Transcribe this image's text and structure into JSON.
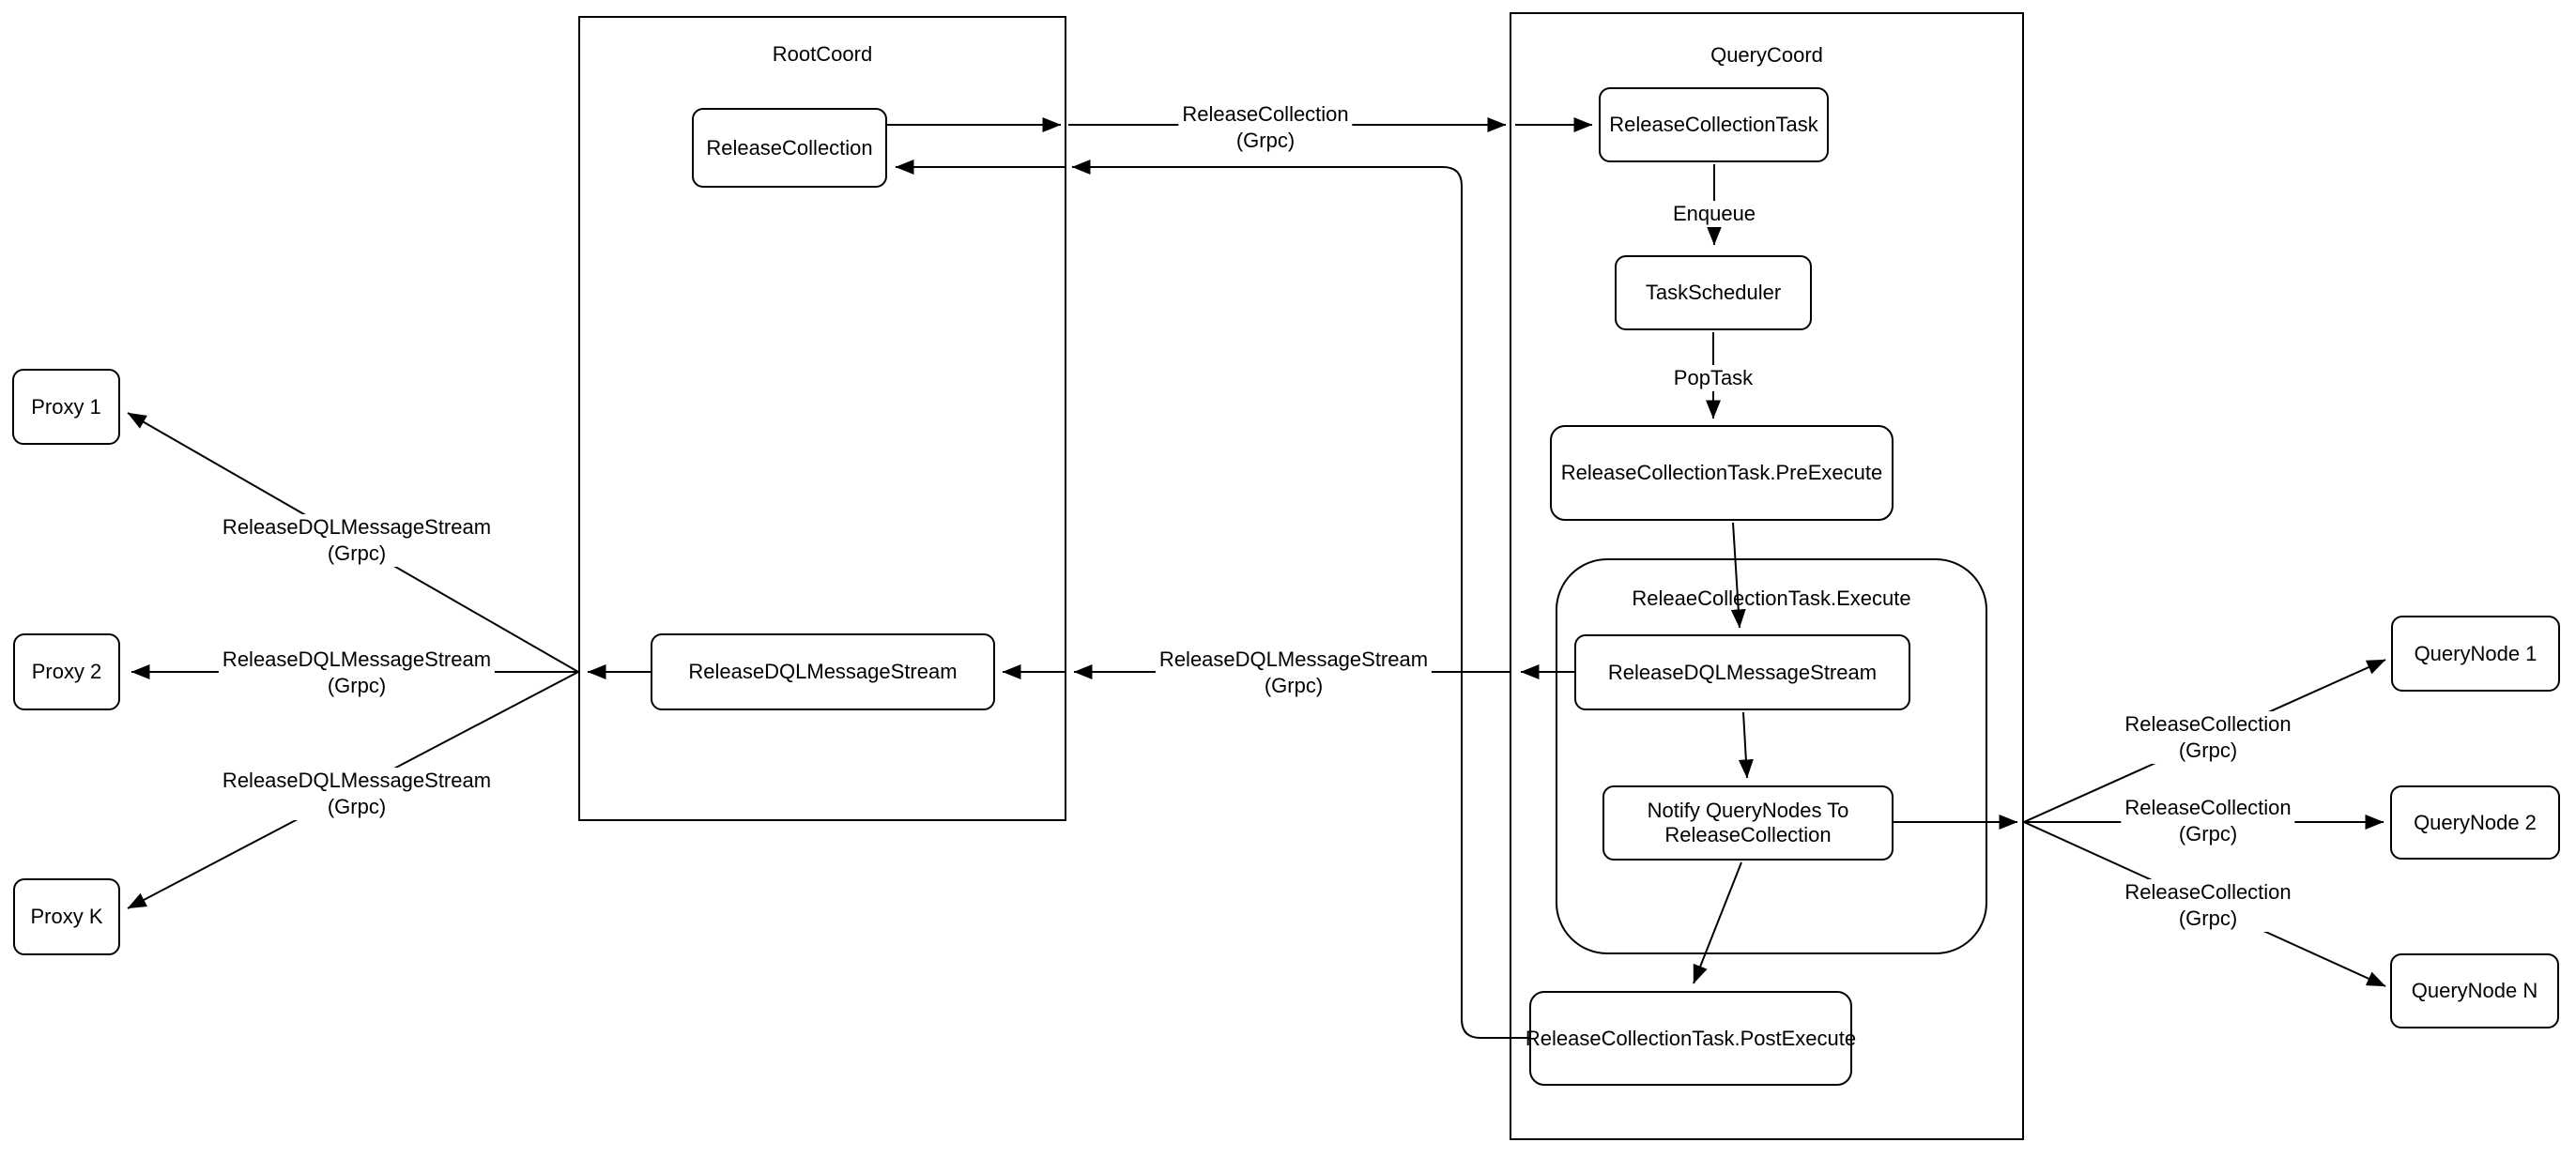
{
  "containers": {
    "rootcoord": {
      "title": "RootCoord"
    },
    "querycoord": {
      "title": "QueryCoord"
    },
    "execute_group": {
      "title": "ReleaeCollectionTask.Execute"
    }
  },
  "nodes": {
    "proxy1": {
      "label": "Proxy 1"
    },
    "proxy2": {
      "label": "Proxy 2"
    },
    "proxyk": {
      "label": "Proxy K"
    },
    "release_collection": {
      "label": "ReleaseCollection"
    },
    "release_dql_root": {
      "label": "ReleaseDQLMessageStream"
    },
    "release_collection_task": {
      "label": "ReleaseCollectionTask"
    },
    "task_scheduler": {
      "label": "TaskScheduler"
    },
    "pre_execute": {
      "label": "ReleaseCollectionTask.PreExecute"
    },
    "release_dql_exec": {
      "label": "ReleaseDQLMessageStream"
    },
    "notify": {
      "label": "Notify QueryNodes To\nReleaseCollection"
    },
    "post_execute": {
      "label": "ReleaseCollectionTask.PostExecute"
    },
    "querynode1": {
      "label": "QueryNode 1"
    },
    "querynode2": {
      "label": "QueryNode 2"
    },
    "querynoden": {
      "label": "QueryNode N"
    }
  },
  "edge_labels": {
    "release_collection_grpc_top": {
      "text": "ReleaseCollection\n(Grpc)"
    },
    "enqueue": {
      "text": "Enqueue"
    },
    "pop_task": {
      "text": "PopTask"
    },
    "dql_to_rootcoord": {
      "text": "ReleaseDQLMessageStream\n(Grpc)"
    },
    "dql_to_proxy1": {
      "text": "ReleaseDQLMessageStream\n(Grpc)"
    },
    "dql_to_proxy2": {
      "text": "ReleaseDQLMessageStream\n(Grpc)"
    },
    "dql_to_proxyk": {
      "text": "ReleaseDQLMessageStream\n(Grpc)"
    },
    "release_to_querynode1": {
      "text": "ReleaseCollection\n(Grpc)"
    },
    "release_to_querynode2": {
      "text": "ReleaseCollection\n(Grpc)"
    },
    "release_to_querynoden": {
      "text": "ReleaseCollection\n(Grpc)"
    }
  },
  "colors": {
    "stroke": "#000000",
    "background": "#ffffff",
    "node_fill": "#ffffff"
  }
}
